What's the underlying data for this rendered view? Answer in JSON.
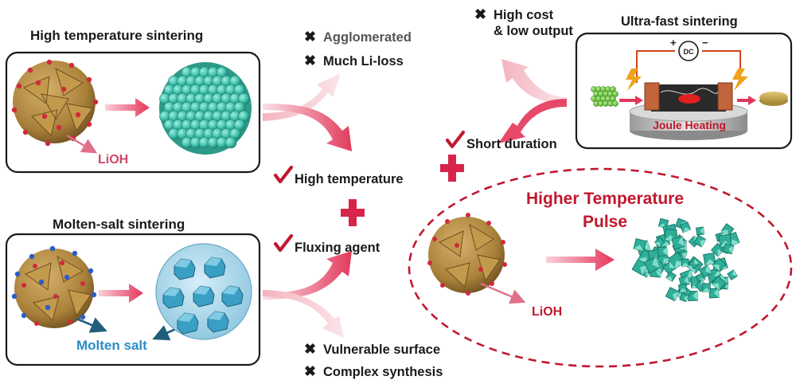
{
  "panels": {
    "high_temp": {
      "title": "High temperature sintering",
      "lioh": "LiOH"
    },
    "molten_salt": {
      "title": "Molten-salt sintering",
      "salt": "Molten salt"
    },
    "ultrafast": {
      "title": "Ultra-fast sintering",
      "plus": "+",
      "dc": "DC",
      "minus": "−",
      "joule": "Joule Heating"
    },
    "pulse": {
      "title_line1": "Higher Temperature",
      "title_line2": "Pulse",
      "lioh": "LiOH"
    }
  },
  "drawbacks": {
    "agglomerated": "Agglomerated",
    "li_loss": "Much Li-loss",
    "cost_line1": "High cost",
    "cost_line2": "& low output",
    "vulnerable": "Vulnerable surface",
    "complex": "Complex synthesis"
  },
  "advantages": {
    "short_duration": "Short duration",
    "high_temperature": "High temperature",
    "fluxing_agent": "Fluxing agent"
  },
  "colors": {
    "accent_red": "#c0182e",
    "particle_brown": "#b08a3e",
    "sphere_teal": "#3fbfaa",
    "salt_blue": "#2a8ec8",
    "arrow_pink": "#ef7f95"
  }
}
